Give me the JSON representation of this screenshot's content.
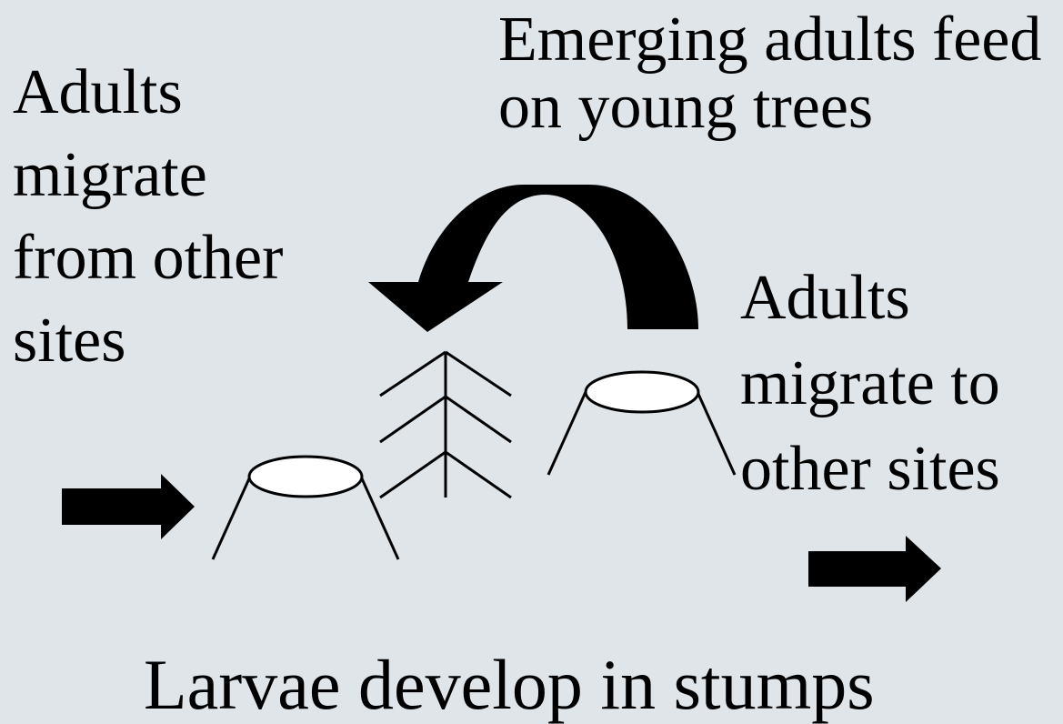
{
  "labels": {
    "emerging_adults": [
      "Emerging adults feed",
      "on young trees"
    ],
    "adults_migrate_in": [
      "Adults",
      "migrate",
      "from other",
      "sites"
    ],
    "adults_migrate_out": [
      "Adults",
      "migrate to",
      "other sites"
    ],
    "larvae": "Larvae develop in stumps"
  },
  "colors": {
    "background": "#e0e5e9",
    "ink": "#000000",
    "stump_top_fill": "#ffffff"
  },
  "icons": {
    "inbound_arrow": "arrow-right",
    "outbound_arrow": "arrow-right",
    "feeding_arrow": "curved-arrow-left-down",
    "young_tree": "conifer-sapling",
    "stumps": "tree-stump"
  }
}
